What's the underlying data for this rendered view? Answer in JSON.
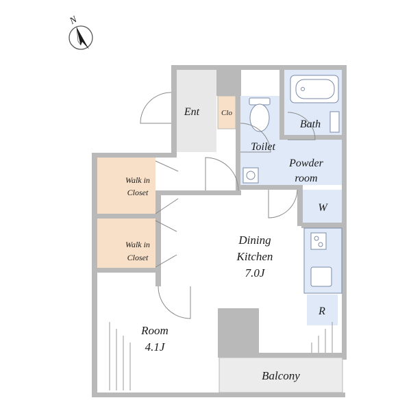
{
  "compass": {
    "label": "N",
    "icon": "north-arrow-icon"
  },
  "rooms": {
    "entrance": "Ent",
    "closet": "Clo",
    "toilet": "Toilet",
    "bath": "Bath",
    "powder_room_line1": "Powder",
    "powder_room_line2": "room",
    "washer": "W",
    "walk_in_closet_1_line1": "Walk in",
    "walk_in_closet_1_line2": "Closet",
    "walk_in_closet_2_line1": "Walk in",
    "walk_in_closet_2_line2": "Closet",
    "dining_kitchen_line1": "Dining",
    "dining_kitchen_line2": "Kitchen",
    "dining_kitchen_size": "7.0J",
    "refrigerator": "R",
    "room_line1": "Room",
    "room_size": "4.1J",
    "balcony": "Balcony"
  },
  "colors": {
    "wall": "#b9b9b9",
    "wet_area": "#dfe9f8",
    "closet": "#f8e0c8",
    "entrance": "#e8e8e8",
    "balcony": "#ececec",
    "fixture_stroke": "#7a8aa8"
  }
}
